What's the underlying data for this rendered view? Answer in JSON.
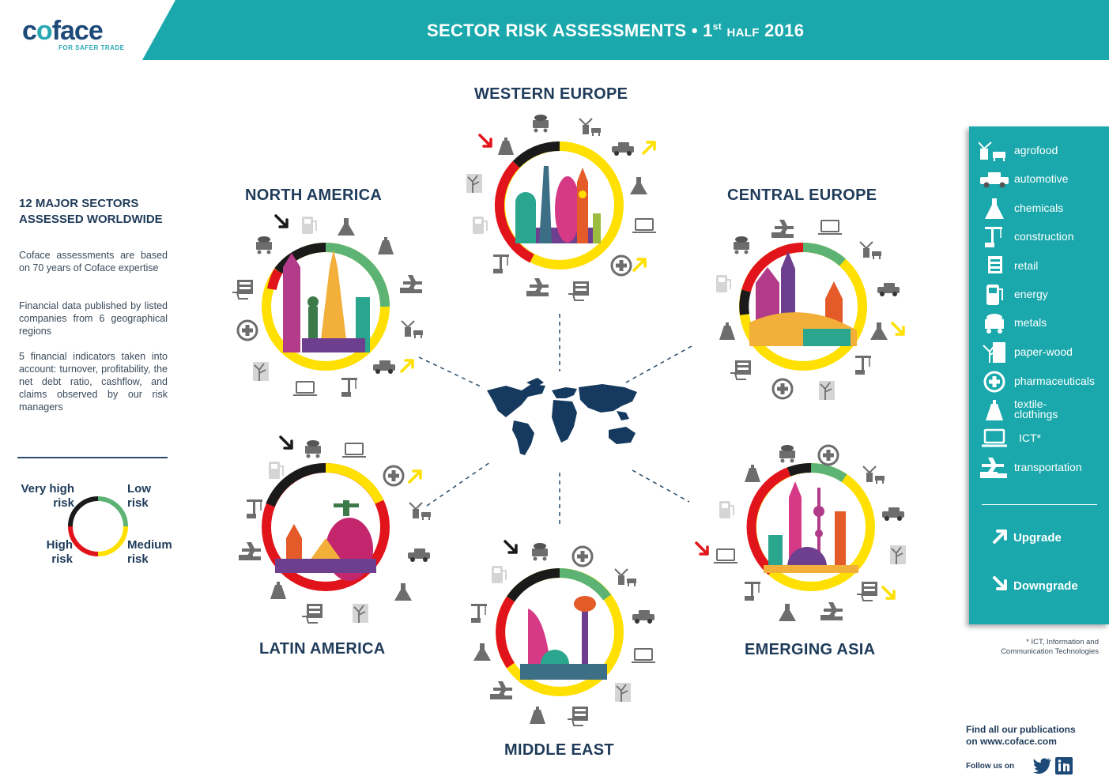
{
  "brand": {
    "logo_text": "coface",
    "tagline": "FOR SAFER TRADE",
    "colors": {
      "teal": "#1aa8ac",
      "navy": "#1e4a7a",
      "very_high": "#1a1a1a",
      "high": "#e2141b",
      "medium": "#ffe000",
      "low": "#5cb374",
      "upgrade_arrow": "#ffe000",
      "downgrade_arrow_red": "#e2141b"
    }
  },
  "header": {
    "title_main": "SECTOR RISK ASSESSMENTS • 1",
    "title_sup": "st",
    "title_small": "HALF",
    "title_year": "2016"
  },
  "intro": {
    "heading": "12 MAJOR SECTORS ASSESSED WORLDWIDE",
    "paragraphs": [
      "Coface assessments are based on 70 years of Coface expertise",
      "Financial data published by listed companies from 6 geographical regions",
      "5 financial indicators taken into account: turnover, profitability, the net debt ratio, cashflow, and claims observed by our risk managers"
    ]
  },
  "risk_legend": {
    "very_high": "Very high risk",
    "low": "Low risk",
    "high": "High risk",
    "medium": "Medium risk"
  },
  "regions": {
    "western_europe": "WESTERN EUROPE",
    "north_america": "NORTH AMERICA",
    "central_europe": "CENTRAL EUROPE",
    "latin_america": "LATIN AMERICA",
    "middle_east": "MIDDLE EAST",
    "emerging_asia": "EMERGING ASIA"
  },
  "sectors": [
    {
      "label": "agrofood",
      "icon": "windmill-cow-icon"
    },
    {
      "label": "automotive",
      "icon": "car-icon"
    },
    {
      "label": "chemicals",
      "icon": "flask-icon"
    },
    {
      "label": "construction",
      "icon": "crane-icon"
    },
    {
      "label": "retail",
      "icon": "shopping-cart-icon"
    },
    {
      "label": "energy",
      "icon": "fuel-pump-icon"
    },
    {
      "label": "metals",
      "icon": "mine-cart-icon"
    },
    {
      "label": "paper-wood",
      "icon": "tree-icon"
    },
    {
      "label": "pharmaceuticals",
      "icon": "medical-cross-icon"
    },
    {
      "label": "textile-clothings",
      "icon": "dress-icon"
    },
    {
      "label": "ICT*",
      "icon": "laptop-icon"
    },
    {
      "label": "transportation",
      "icon": "plane-truck-icon"
    }
  ],
  "moves": {
    "upgrade": "Upgrade",
    "downgrade": "Downgrade"
  },
  "footnote": "* ICT, Information and Communication Technologies",
  "publications": {
    "line1": "Find all our publications",
    "line2_prefix": "on",
    "url": "www.coface.com",
    "follow": "Follow us on"
  }
}
